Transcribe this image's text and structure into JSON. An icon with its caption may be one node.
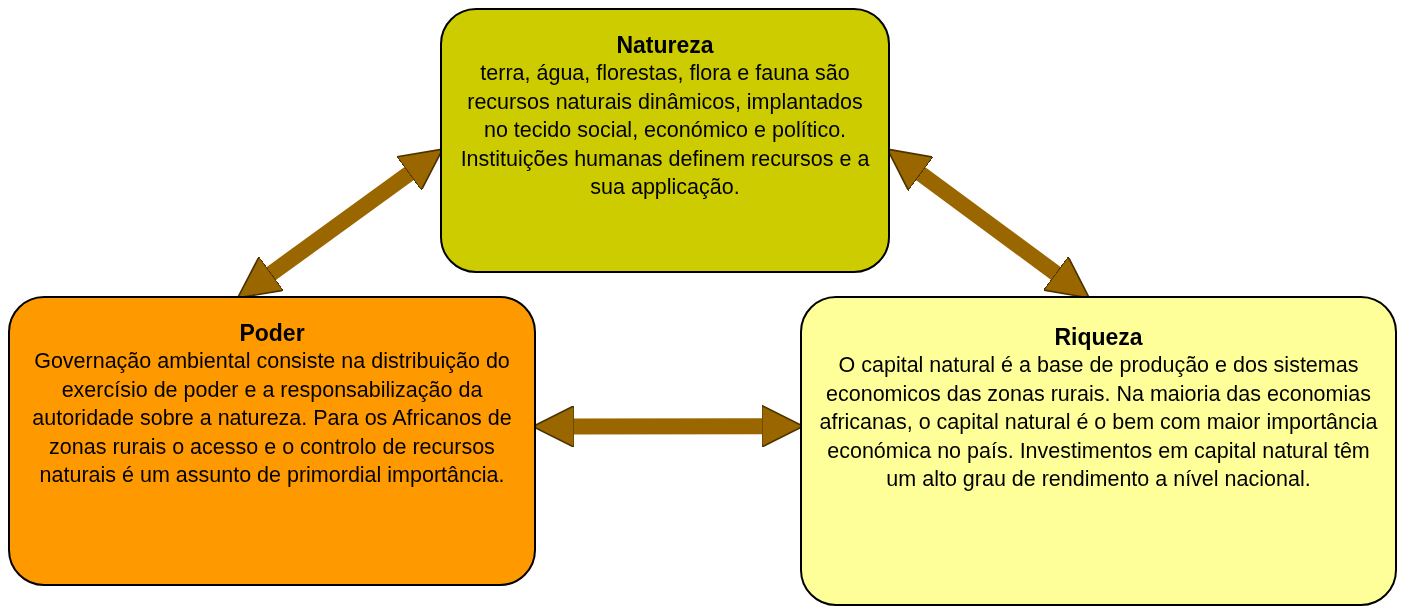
{
  "diagram": {
    "nodes": [
      {
        "text": [
          "Natureza",
          "terra, água, florestas, flora e fauna são recursos naturais dinâmicos, implantados no tecido social, económico e político. Instituições humanas definem recursos e a sua applicação."
        ]
      },
      {
        "text": [
          "Poder",
          "Governação ambiental consiste na distribuição do exercísio de poder e a responsabilização da autoridade sobre a natureza. Para os Africanos de zonas rurais o acesso e o controlo de recursos naturais é um assunto de primordial importância."
        ]
      },
      {
        "text": [
          "Riqueza",
          "O capital natural é a base de produção e dos sistemas economicos das zonas rurais. Na maioria das economias africanas, o capital natural é o bem com maior importância económica no país. Investimentos em capital natural têm um alto grau de rendimento a nível nacional."
        ]
      }
    ],
    "edges": [
      {
        "from": 1,
        "to": 0,
        "arrow": "both"
      },
      {
        "from": 0,
        "to": 2,
        "arrow": "both"
      },
      {
        "from": 1,
        "to": 2,
        "arrow": "both"
      }
    ]
  }
}
